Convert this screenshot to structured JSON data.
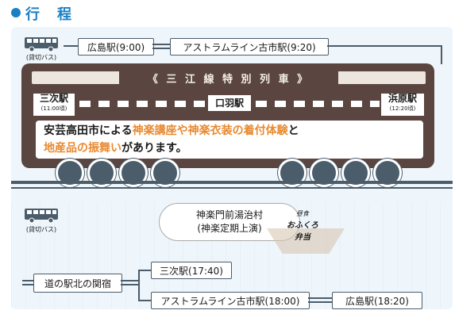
{
  "title": "行　程",
  "row1": {
    "bus_label": "(貸切バス)",
    "stops": [
      "広島駅(9:00)",
      "アストラムライン古市駅(9:20)"
    ]
  },
  "train": {
    "name": "《 三 江 線 特 別 列 車 》",
    "origin": {
      "name": "三次駅",
      "time": "(11:00頃)"
    },
    "middle": "口羽駅",
    "dest": {
      "name": "浜原駅",
      "time": "(12:20頃)"
    },
    "info": {
      "part1": "安芸高田市による",
      "hl1": "神楽講座や神楽衣装の着付体験",
      "part2": "と",
      "hl2": "地産品の振舞い",
      "part3": "があります。"
    }
  },
  "row2": {
    "bus_label": "(貸切バス)",
    "venue_line1": "神楽門前湯治村",
    "venue_line2": "(神楽定期上演)",
    "lunch_label": "昼食",
    "lunch_name_1": "おふくろ",
    "lunch_name_2": "弁当"
  },
  "row3": {
    "start": "道の駅北の関宿",
    "dest1": "三次駅(17:40)",
    "dest2": "アストラムライン古市駅(18:00)",
    "dest3": "広島駅(18:20)"
  },
  "colors": {
    "accent": "#1a7fc4",
    "highlight": "#e8892f",
    "train": "#5a4540",
    "line": "#4b5c6b"
  },
  "icons": [
    "bus-icon",
    "train-icon",
    "bento-icon"
  ]
}
